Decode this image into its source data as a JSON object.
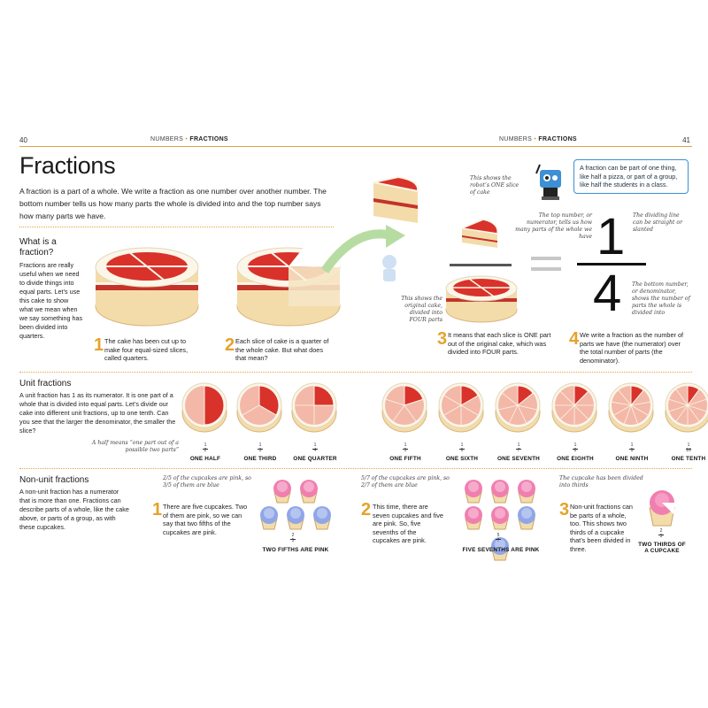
{
  "header": {
    "left_page": "40",
    "right_page": "41",
    "left_breadcrumb_section": "NUMBERS",
    "left_breadcrumb_topic": "FRACTIONS",
    "right_breadcrumb_section": "NUMBERS",
    "right_breadcrumb_topic": "FRACTIONS",
    "separator": "•"
  },
  "title": "Fractions",
  "intro": "A fraction is a part of a whole. We write a fraction as one number over another number. The bottom number tells us how many parts the whole is divided into and the top number says how many parts we have.",
  "what_is": {
    "heading": "What is a fraction?",
    "text": "Fractions are really useful when we need to divide things into equal parts. Let’s use this cake to show what we mean when we say something has been divided into quarters.",
    "steps": [
      {
        "n": "1",
        "text": "The cake has been cut up to make four equal-sized slices, called quarters."
      },
      {
        "n": "2",
        "text": "Each slice of cake is a quarter of the whole cake. But what does that mean?"
      },
      {
        "n": "3",
        "text": "It means that each slice is ONE part out of the original cake, which was divided into FOUR parts."
      },
      {
        "n": "4",
        "text": "We write a fraction as the number of parts we have (the numerator) over the total number of parts (the denominator)."
      }
    ],
    "note_slice": "This shows the robot’s ONE slice of cake",
    "note_original": "This shows the original cake, divided into FOUR parts",
    "note_top": "The top number, or numerator, tells us how many parts of the whole we have",
    "note_line": "The dividing line can be straight or slanted",
    "note_bottom": "The bottom number, or denominator, shows the number of parts the whole is divided into",
    "big_numerator": "1",
    "big_denominator": "4",
    "robot_tip": "A fraction can be part of one thing, like half a pizza, or part of a group, like half the students in a class."
  },
  "unit": {
    "heading": "Unit fractions",
    "text": "A unit fraction has 1 as its numerator. It is one part of a whole that is divided into equal parts. Let’s divide our cake into different unit fractions, up to one tenth. Can you see that the larger the denominator, the smaller the slice?",
    "note_half": "A half means “one part out of a possible two parts”",
    "items": [
      {
        "num": "1",
        "den": "2",
        "label": "ONE HALF"
      },
      {
        "num": "1",
        "den": "3",
        "label": "ONE THIRD"
      },
      {
        "num": "1",
        "den": "4",
        "label": "ONE QUARTER"
      },
      {
        "num": "1",
        "den": "5",
        "label": "ONE FIFTH"
      },
      {
        "num": "1",
        "den": "6",
        "label": "ONE SIXTH"
      },
      {
        "num": "1",
        "den": "7",
        "label": "ONE SEVENTH"
      },
      {
        "num": "1",
        "den": "8",
        "label": "ONE EIGHTH"
      },
      {
        "num": "1",
        "den": "9",
        "label": "ONE NINTH"
      },
      {
        "num": "1",
        "den": "10",
        "label": "ONE TENTH"
      }
    ]
  },
  "nonunit": {
    "heading": "Non-unit fractions",
    "text": "A non-unit fraction has a numerator that is more than one. Fractions can describe parts of a whole, like the cake above, or parts of a group, as with these cupcakes.",
    "note1": "2/5 of the cupcakes are pink, so 3/5 of them are blue",
    "note2": "5/7 of the cupcakes are pink, so 2/7 of them are blue",
    "note3": "The cupcake has been divided into thirds",
    "steps": [
      {
        "n": "1",
        "text": "There are five cupcakes. Two of them are pink, so we can say that two fifths of the cupcakes are pink."
      },
      {
        "n": "2",
        "text": "This time, there are seven cupcakes and five are pink. So, five sevenths of the cupcakes are pink."
      },
      {
        "n": "3",
        "text": "Non-unit fractions can be parts of a whole, too. This shows two thirds of a cupcake that’s been divided in three."
      }
    ],
    "f1": {
      "num": "2",
      "den": "5",
      "label": "TWO FIFTHS ARE PINK"
    },
    "f2": {
      "num": "5",
      "den": "7",
      "label": "FIVE SEVENTHS ARE PINK"
    },
    "f3": {
      "num": "2",
      "den": "3",
      "label": "TWO THIRDS OF A CUPCAKE"
    }
  },
  "colors": {
    "accent": "#e5a32b",
    "cake_red": "#d9322b",
    "sponge": "#f3dcaa",
    "cream": "#fbf6e8",
    "slice_pink": "#f3b8a8",
    "robot_blue": "#3e8fd4",
    "pink_frosting": "#f07fb0",
    "blue_frosting": "#8fa6e8"
  },
  "icons": [
    "cake-icon",
    "cake-slice-icon",
    "robot-icon",
    "arrow-icon",
    "cupcake-icon"
  ]
}
